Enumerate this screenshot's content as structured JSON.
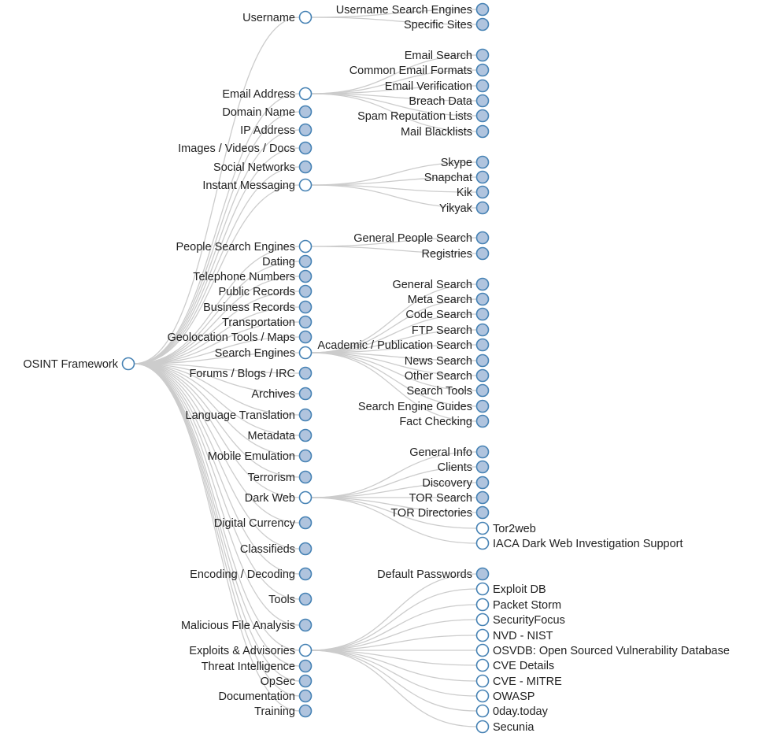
{
  "tree": {
    "name": "OSINT Framework",
    "children": [
      {
        "name": "Username",
        "children": [
          {
            "name": "Username Search Engines"
          },
          {
            "name": "Specific Sites"
          }
        ]
      },
      {
        "name": "Email Address",
        "children": [
          {
            "name": "Email Search"
          },
          {
            "name": "Common Email Formats"
          },
          {
            "name": "Email Verification"
          },
          {
            "name": "Breach Data"
          },
          {
            "name": "Spam Reputation Lists"
          },
          {
            "name": "Mail Blacklists"
          }
        ]
      },
      {
        "name": "Domain Name"
      },
      {
        "name": "IP Address"
      },
      {
        "name": "Images / Videos / Docs"
      },
      {
        "name": "Social Networks"
      },
      {
        "name": "Instant Messaging",
        "children": [
          {
            "name": "Skype"
          },
          {
            "name": "Snapchat"
          },
          {
            "name": "Kik"
          },
          {
            "name": "Yikyak"
          }
        ]
      },
      {
        "name": "People Search Engines",
        "children": [
          {
            "name": "General People Search"
          },
          {
            "name": "Registries"
          }
        ]
      },
      {
        "name": "Dating"
      },
      {
        "name": "Telephone Numbers"
      },
      {
        "name": "Public Records"
      },
      {
        "name": "Business Records"
      },
      {
        "name": "Transportation"
      },
      {
        "name": "Geolocation Tools / Maps"
      },
      {
        "name": "Search Engines",
        "children": [
          {
            "name": "General Search"
          },
          {
            "name": "Meta Search"
          },
          {
            "name": "Code Search"
          },
          {
            "name": "FTP Search"
          },
          {
            "name": "Academic / Publication Search"
          },
          {
            "name": "News Search"
          },
          {
            "name": "Other Search"
          },
          {
            "name": "Search Tools"
          },
          {
            "name": "Search Engine Guides"
          },
          {
            "name": "Fact Checking"
          }
        ]
      },
      {
        "name": "Forums / Blogs / IRC"
      },
      {
        "name": "Archives"
      },
      {
        "name": "Language Translation"
      },
      {
        "name": "Metadata"
      },
      {
        "name": "Mobile Emulation"
      },
      {
        "name": "Terrorism"
      },
      {
        "name": "Dark Web",
        "children": [
          {
            "name": "General Info"
          },
          {
            "name": "Clients"
          },
          {
            "name": "Discovery"
          },
          {
            "name": "TOR Search"
          },
          {
            "name": "TOR Directories"
          },
          {
            "name": "Tor2web",
            "type": "url"
          },
          {
            "name": "IACA Dark Web Investigation Support",
            "type": "url"
          }
        ]
      },
      {
        "name": "Digital Currency"
      },
      {
        "name": "Classifieds"
      },
      {
        "name": "Encoding / Decoding"
      },
      {
        "name": "Tools"
      },
      {
        "name": "Malicious File Analysis"
      },
      {
        "name": "Exploits & Advisories",
        "children": [
          {
            "name": "Default Passwords"
          },
          {
            "name": "Exploit DB",
            "type": "url"
          },
          {
            "name": "Packet Storm",
            "type": "url"
          },
          {
            "name": "SecurityFocus",
            "type": "url"
          },
          {
            "name": "NVD - NIST",
            "type": "url"
          },
          {
            "name": "OSVDB: Open Sourced Vulnerability Database",
            "type": "url"
          },
          {
            "name": "CVE Details",
            "type": "url"
          },
          {
            "name": "CVE - MITRE",
            "type": "url"
          },
          {
            "name": "OWASP",
            "type": "url"
          },
          {
            "name": "0day.today",
            "type": "url"
          },
          {
            "name": "Secunia",
            "type": "url"
          }
        ]
      },
      {
        "name": "Threat Intelligence"
      },
      {
        "name": "OpSec"
      },
      {
        "name": "Documentation"
      },
      {
        "name": "Training"
      }
    ]
  },
  "colors": {
    "link": "#cccccc",
    "node_stroke": "#4682b4",
    "collapsed_fill": "#b0c4de",
    "expanded_fill": "#ffffff",
    "text": "#222222"
  }
}
